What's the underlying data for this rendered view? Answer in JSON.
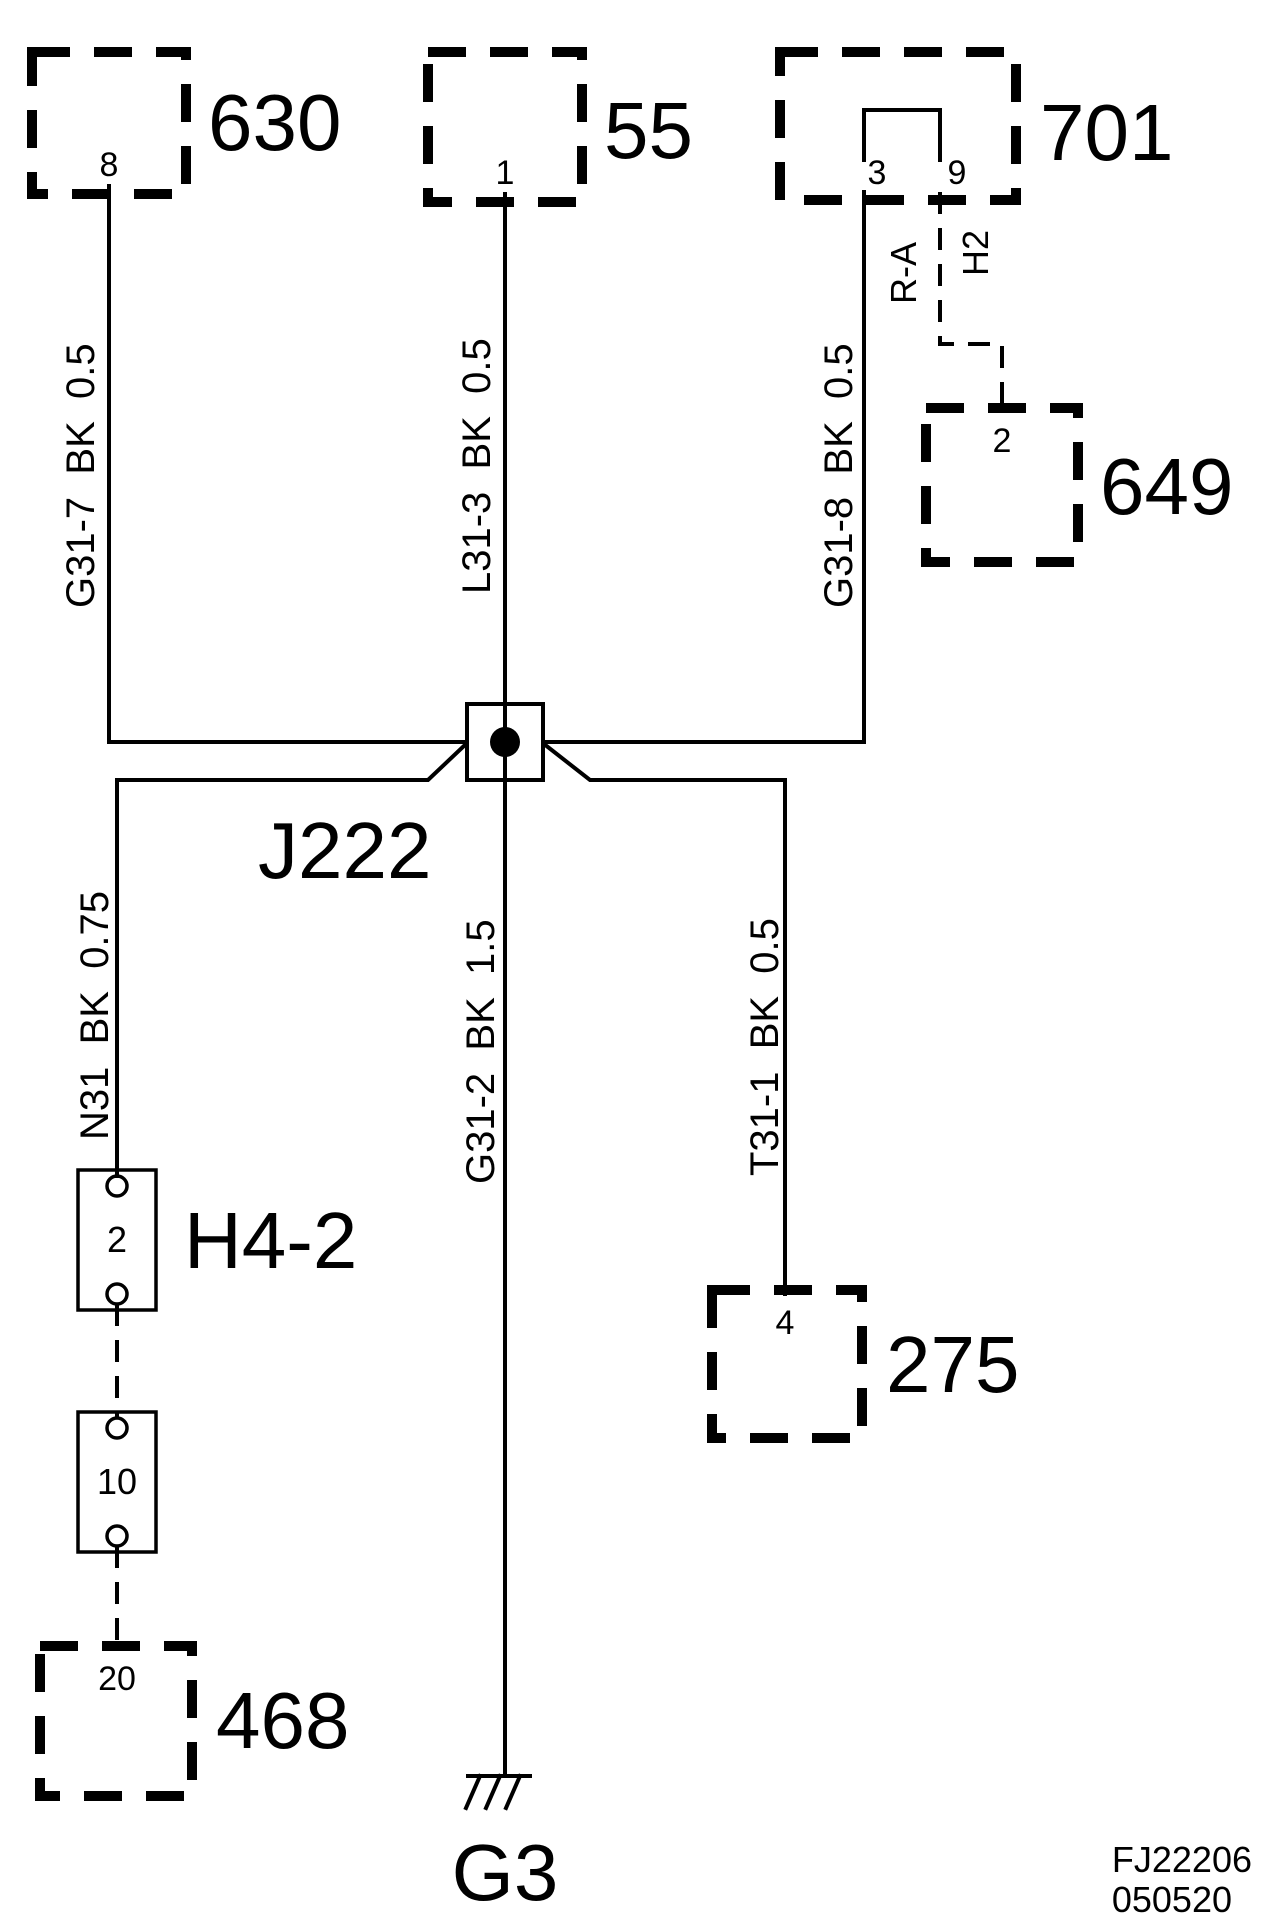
{
  "connectors": {
    "c630": {
      "id": "630",
      "pin": "8"
    },
    "c55": {
      "id": "55",
      "pin": "1"
    },
    "c701": {
      "id": "701",
      "pin_a": "3",
      "pin_b": "9"
    },
    "c649": {
      "id": "649",
      "pin": "2"
    },
    "c275": {
      "id": "275",
      "pin": "4"
    },
    "c468": {
      "id": "468",
      "pin": "20"
    },
    "h42": {
      "id": "H4-2",
      "pin_top": "2",
      "pin_bottom": "10"
    }
  },
  "splice": {
    "id": "J222"
  },
  "ground": {
    "id": "G3"
  },
  "wires": {
    "w630": "G31-7  BK  0.5",
    "w55": "L31-3  BK  0.5",
    "w701": "G31-8  BK  0.5",
    "w_ra": "R-A",
    "w_h2": "H2",
    "w_h42": "N31  BK  0.75",
    "w_ground": "G31-2  BK  1.5",
    "w275": "T31-1  BK  0.5"
  },
  "reference": {
    "code": "FJ22206",
    "date": "050520"
  }
}
